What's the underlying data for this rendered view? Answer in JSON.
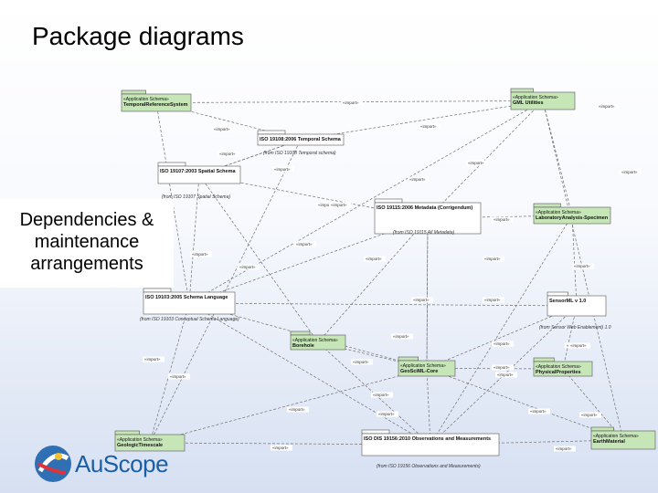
{
  "slide": {
    "title": "Package diagrams",
    "callout_lines": [
      "Dependencies &",
      "maintenance",
      "arrangements"
    ],
    "logo_text": "AuScope"
  },
  "colors": {
    "app_schema_fill": "#c6e6b8",
    "std_package_fill": "#ffffff",
    "dependency_line": "#707070",
    "logo_blue": "#1a5fa6"
  },
  "diagram": {
    "packages": [
      {
        "id": "temporal-reference-system",
        "stereotype": "«Application Schema»",
        "name": "TemporalReferenceSystem",
        "from": ""
      },
      {
        "id": "gml-utilities",
        "stereotype": "«Application Schema»",
        "name": "GML Utilities",
        "from": ""
      },
      {
        "id": "iso-19108-temporal",
        "stereotype": "",
        "name": "ISO 19108:2006 Temporal Schema",
        "from": "(from ISO 19108 Temporal schema)"
      },
      {
        "id": "iso-19107-spatial",
        "stereotype": "",
        "name": "ISO 19107:2003 Spatial Schema",
        "from": "(from ISO 19107 Spatial Schema)"
      },
      {
        "id": "iso-19115-metadata",
        "stereotype": "",
        "name": "ISO 19115:2006 Metadata (Corrigendum)",
        "from": "(from ISO 19115 All Metadata)"
      },
      {
        "id": "laboratory-analysis",
        "stereotype": "«Application Schema»",
        "name": "LaboratoryAnalysis-Specimen",
        "from": ""
      },
      {
        "id": "iso-19103-schema-language",
        "stereotype": "",
        "name": "ISO 19103:2005 Schema Language",
        "from": "(from ISO 19103 Conceptual Schema Language)"
      },
      {
        "id": "sensorml",
        "stereotype": "",
        "name": "SensorML v 1.0",
        "from": "(from Sensor Web Enablement) 1.0"
      },
      {
        "id": "borehole",
        "stereotype": "«Application Schema»",
        "name": "Borehole",
        "from": ""
      },
      {
        "id": "geosciml-core",
        "stereotype": "«Application Schema»",
        "name": "GeoSciML-Core",
        "from": ""
      },
      {
        "id": "physical-properties",
        "stereotype": "«Application Schema»",
        "name": "PhysicalProperties",
        "from": ""
      },
      {
        "id": "geologic-timescale",
        "stereotype": "«Application Schema»",
        "name": "GeologicTimescale",
        "from": ""
      },
      {
        "id": "iso-19156-observations",
        "stereotype": "",
        "name": "ISO DIS 19156:2010 Observations and Measurements",
        "from": "(from ISO 19156 Observations and Measurements)"
      },
      {
        "id": "earth-material",
        "stereotype": "«Application Schema»",
        "name": "EarthMaterial",
        "from": ""
      }
    ],
    "dependency_label": "«import»"
  }
}
